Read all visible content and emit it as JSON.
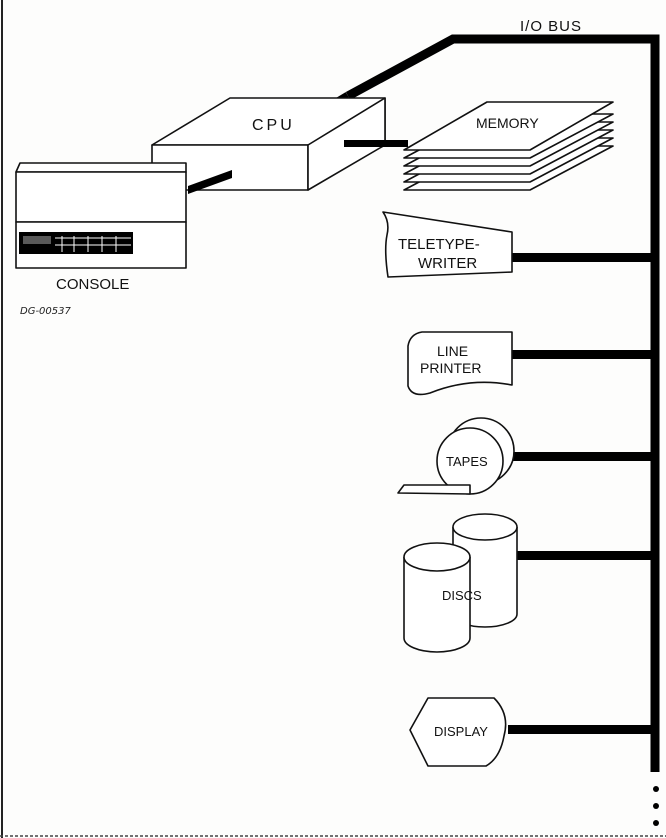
{
  "diagram": {
    "bus_label": "I/O BUS",
    "figure_id": "DG-00537",
    "nodes": {
      "cpu": "CPU",
      "memory": "MEMORY",
      "console": "CONSOLE",
      "teletypewriter_line1": "TELETYPE-",
      "teletypewriter_line2": "WRITER",
      "line_printer_line1": "LINE",
      "line_printer_line2": "PRINTER",
      "tapes": "TAPES",
      "discs": "DISCS",
      "display": "DISPLAY"
    }
  }
}
